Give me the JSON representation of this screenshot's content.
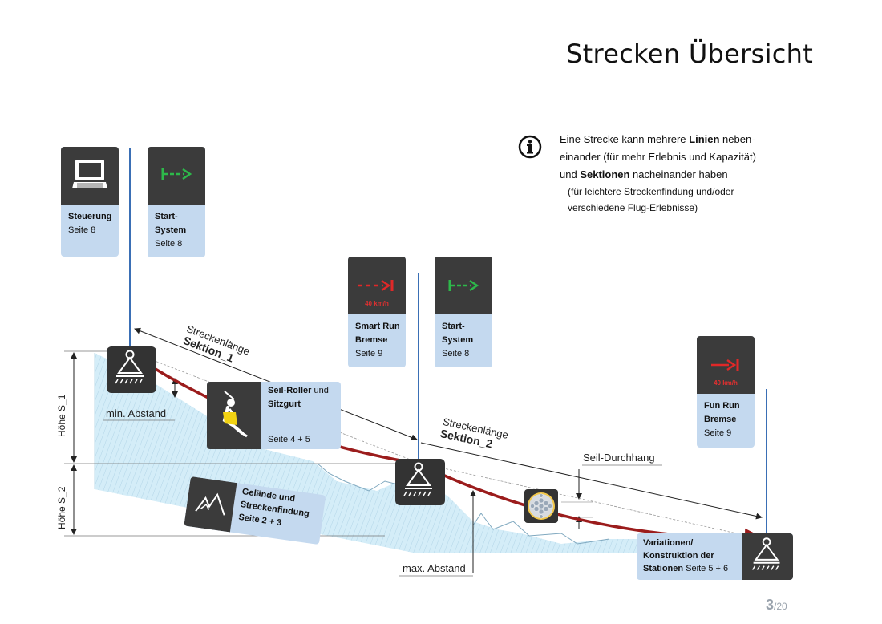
{
  "page": {
    "title": "Strecken Übersicht",
    "page_current": "3",
    "page_total": "/20"
  },
  "info": {
    "line1_a": "Eine Strecke kann mehrere ",
    "line1_b": "Linien",
    "line1_c": " neben-",
    "line2": "einander (für mehr Erlebnis und Kapazität)",
    "line3_a": "und ",
    "line3_b": "Sektionen",
    "line3_c": " nacheinander haben",
    "line4": "(für leichtere Streckenfindung und/oder",
    "line5": "verschiedene Flug-Erlebnisse)"
  },
  "cards": {
    "steuerung": {
      "title": "Steuerung",
      "page": "Seite 8",
      "icon": "computer-icon"
    },
    "start1": {
      "title1": "Start-",
      "title2": "System",
      "page": "Seite 8",
      "icon": "start-arrow-icon"
    },
    "smartrun": {
      "title1": "Smart Run",
      "title2": "Bremse",
      "page": "Seite 9",
      "speed": "40 km/h",
      "icon": "brake-arrow-icon"
    },
    "start2": {
      "title1": "Start-",
      "title2": "System",
      "page": "Seite 8",
      "icon": "start-arrow-icon"
    },
    "funrun": {
      "title1": "Fun Run",
      "title2": "Bremse",
      "page": "Seite 9",
      "speed": "40 km/h",
      "icon": "brake-stop-icon"
    },
    "seilroller": {
      "title_a": "Seil-Roller",
      "title_b": " und",
      "title2": "Sitzgurt",
      "page": "Seite 4 + 5",
      "icon": "rider-icon"
    },
    "gelaende": {
      "title1": "Gelände und",
      "title2": "Streckenfindung",
      "page": "Seite 2 + 3",
      "icon": "mountain-icon"
    },
    "variationen": {
      "title1": "Variationen/",
      "title2": "Konstruktion der",
      "title3": "Stationen",
      "page": "Seite 5 + 6",
      "icon": "station-icon"
    }
  },
  "diagram": {
    "streckenlaenge1": "Streckenlänge",
    "sektion1": "Sektion_1",
    "streckenlaenge2": "Streckenlänge",
    "sektion2": "Sektion_2",
    "hoehe1": "Höhe  S_1",
    "hoehe2": "Höhe  S_2",
    "min_abstand": "min. Abstand",
    "max_abstand": "max. Abstand",
    "seil_durchhang": "Seil-Durchhang"
  },
  "colors": {
    "card_bg": "#c4d9ef",
    "card_top": "#3b3b3b",
    "start_green": "#2db84a",
    "brake_red": "#e02828",
    "cable_red": "#9b1c1c",
    "terrain_blue": "#cfeaf6",
    "pole_blue": "#3a6fb5"
  }
}
